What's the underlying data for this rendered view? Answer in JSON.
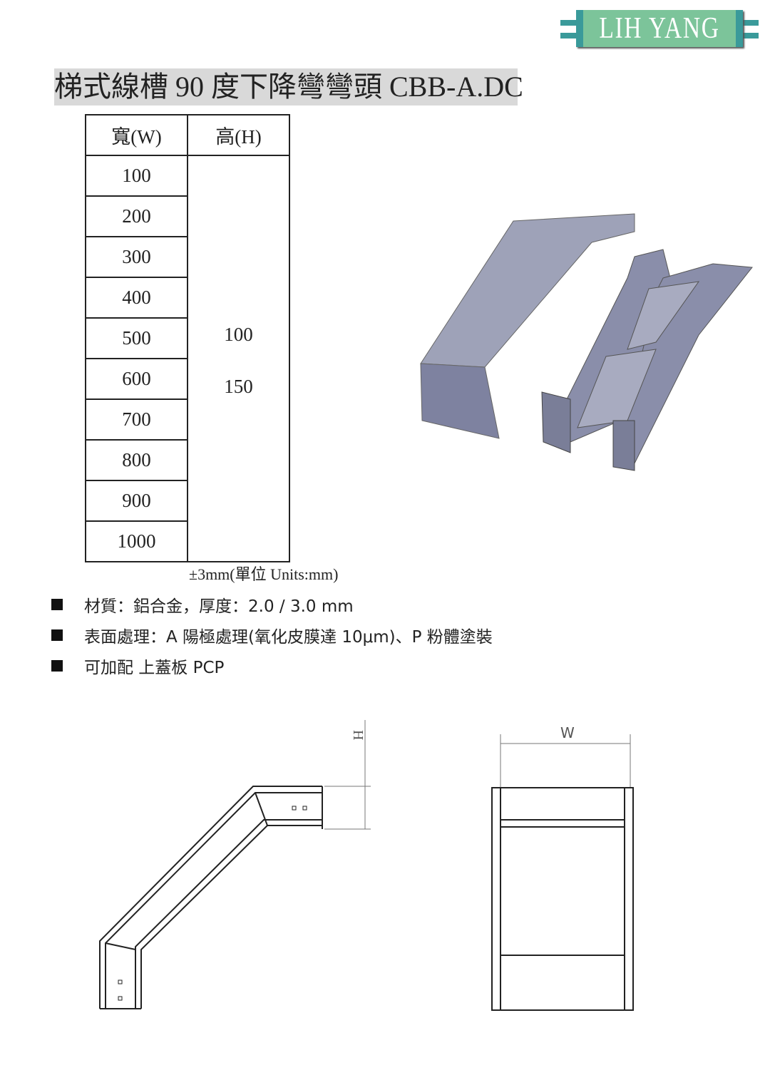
{
  "logo": {
    "text": "LIH YANG",
    "color": "#7cc49a"
  },
  "title": "梯式線槽 90 度下降彎彎頭 CBB-A.DC",
  "table": {
    "headers": [
      "寬(W)",
      "高(H)"
    ],
    "widths": [
      "100",
      "200",
      "300",
      "400",
      "500",
      "600",
      "700",
      "800",
      "900",
      "1000"
    ],
    "heights": [
      "100",
      "150"
    ]
  },
  "tolerance": "±3mm(單位 Units:mm)",
  "specs": [
    "材質：鋁合金，厚度：2.0 / 3.0 mm",
    "表面處理：A 陽極處理(氧化皮膜達 10μm)、P 粉體塗裝",
    "可加配  上蓋板 PCP"
  ],
  "drawing": {
    "height_label": "H",
    "width_label": "W"
  }
}
